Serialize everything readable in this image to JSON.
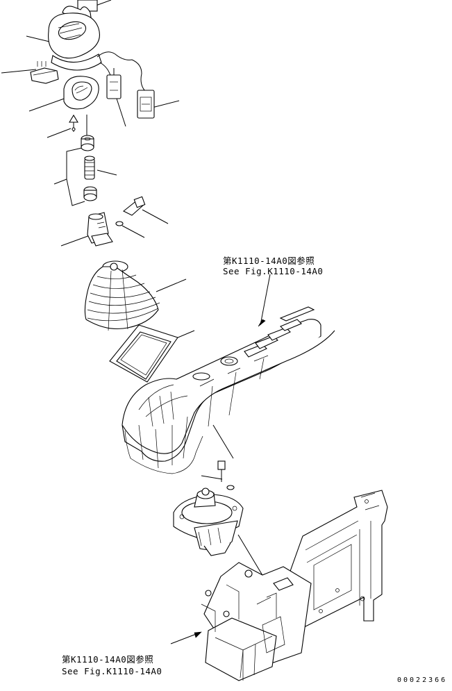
{
  "references": {
    "upper": {
      "jp": "第K1110-14A0図参照",
      "en": "See Fig.K1110-14A0"
    },
    "lower": {
      "jp": "第K1110-14A0図参照",
      "en": "See Fig.K1110-14A0"
    }
  },
  "drawing_code": "00022366"
}
